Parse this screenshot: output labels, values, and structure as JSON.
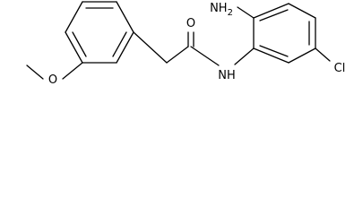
{
  "molecule": {
    "atom_labels": {
      "amine": "NH2",
      "amine_text": "NH",
      "amine_subscript": "2",
      "carbonyl_oxygen": "O",
      "amide_nitrogen": "NH",
      "chlorine": "Cl",
      "ether_oxygen": "O"
    }
  }
}
